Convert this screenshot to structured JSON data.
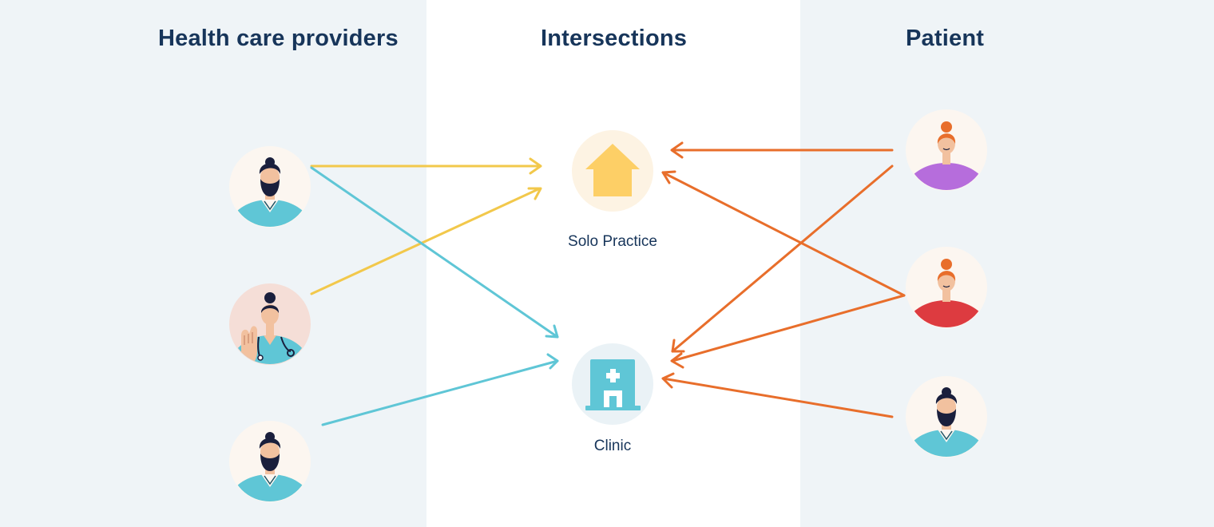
{
  "columns": {
    "providers": "Health care providers",
    "intersections": "Intersections",
    "patient": "Patient"
  },
  "nodes": {
    "solo_practice": "Solo Practice",
    "clinic": "Clinic"
  },
  "colors": {
    "provider_to_solo": "#f2c84b",
    "provider_to_clinic": "#5fc6d6",
    "patient_links": "#e86e2b",
    "heading_text": "#17355a"
  },
  "icons": {
    "solo_practice": "house-icon",
    "clinic": "hospital-icon",
    "avatars": [
      "bearded-man-avatar",
      "nurse-avatar",
      "bearded-man-avatar",
      "woman-purple-avatar",
      "woman-red-avatar",
      "bearded-man-avatar"
    ]
  }
}
